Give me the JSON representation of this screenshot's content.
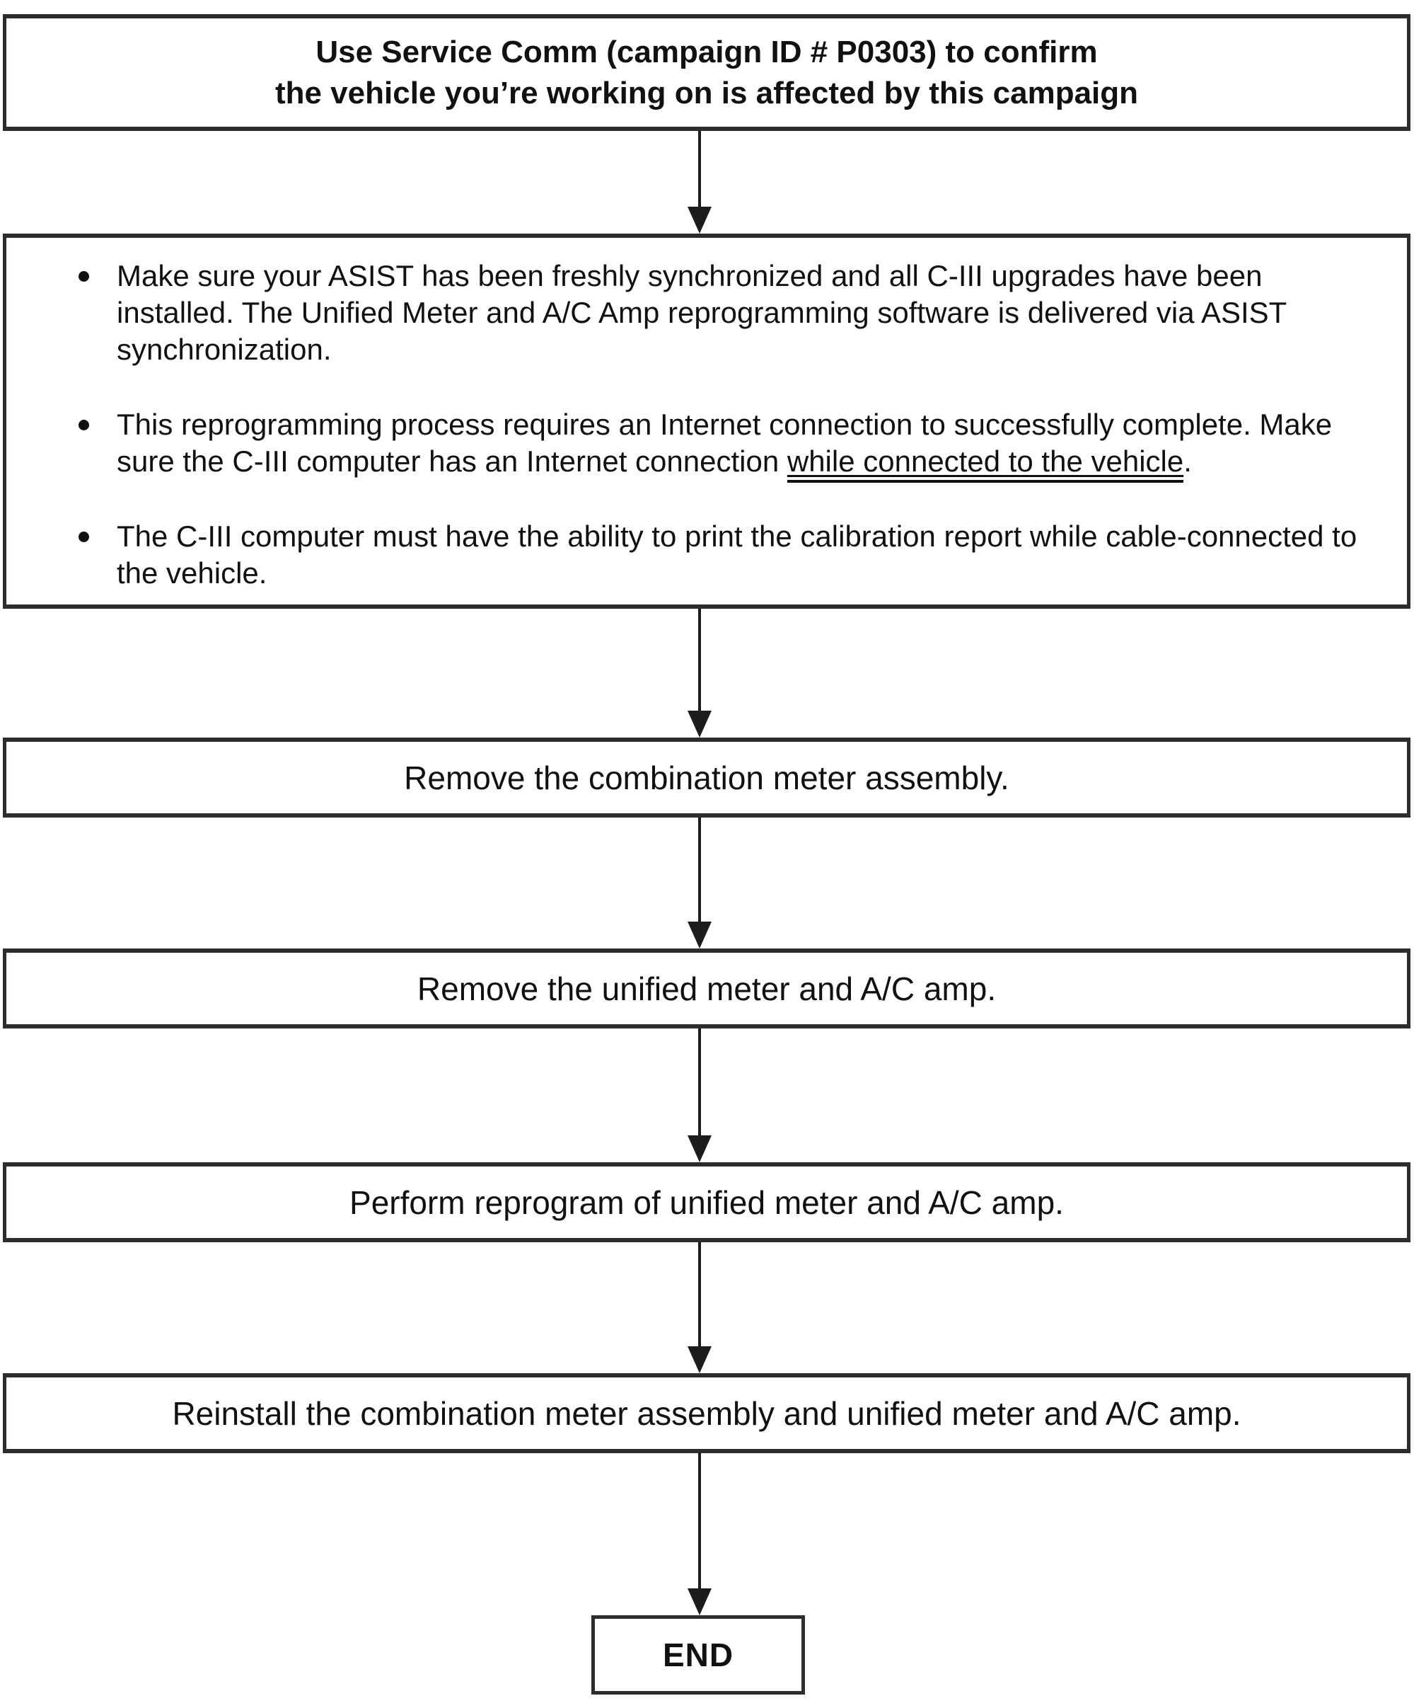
{
  "colors": {
    "background": "#ffffff",
    "border": "#2d2d2d",
    "text": "#111111",
    "arrow": "#1c1c1c"
  },
  "header": {
    "line1": "Use Service Comm (campaign ID # P0303) to confirm",
    "line2": "the vehicle you’re working on is affected by this campaign"
  },
  "notes": {
    "bullet1": "Make sure your ASIST has been freshly synchronized and all C-III upgrades have been installed. The Unified Meter and A/C Amp reprogramming software is delivered via ASIST synchronization.",
    "bullet2_before": "This reprogramming process requires an Internet connection to successfully complete. Make sure the C-III computer has an Internet connection ",
    "bullet2_underlined": "while connected to the vehicle",
    "bullet2_after": ".",
    "bullet3": "The C-III computer must have the ability to print the calibration report while cable-connected to the vehicle."
  },
  "steps": [
    "Remove the combination meter assembly.",
    "Remove the unified meter and A/C amp.",
    "Perform reprogram of unified meter and A/C amp.",
    "Reinstall the combination meter assembly and unified meter and A/C amp."
  ],
  "terminator": "END"
}
